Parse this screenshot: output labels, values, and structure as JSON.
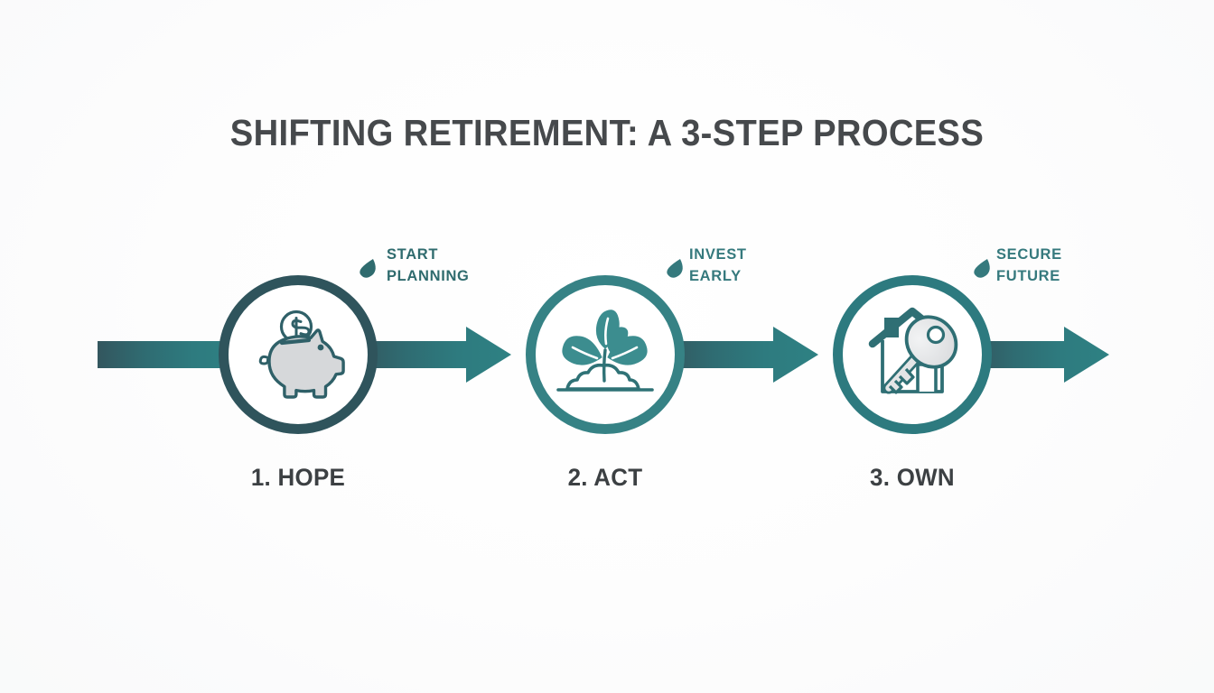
{
  "page": {
    "title": "SHIFTING RETIREMENT: A 3-STEP PROCESS",
    "background_color": "#fbfbfc"
  },
  "theme": {
    "dark_teal": "#2f545c",
    "mid_teal": "#327e82",
    "teal": "#2e8183",
    "light_teal": "#3a8c8e",
    "caption_gray": "#3c4043",
    "title_gray": "#46494c",
    "icon_gray": "#d6d8da",
    "circle_fill": "#ffffff"
  },
  "flow": {
    "steps": [
      {
        "index": "1",
        "caption": "1. HOPE",
        "tag": "START\nPLANNING",
        "tag_color": "#2f6b6e",
        "ring_color": "#2f545c",
        "icon": "piggy-bank-icon",
        "arrow_color": "#33565e"
      },
      {
        "index": "2",
        "caption": "2. ACT",
        "tag": "INVEST\nEARLY",
        "tag_color": "#35797d",
        "ring_color": "#368285",
        "icon": "seedling-icon",
        "arrow_color": "#2e7b7f"
      },
      {
        "index": "3",
        "caption": "3. OWN",
        "tag": "SECURE\nFUTURE",
        "tag_color": "#35797d",
        "ring_color": "#2d7a7f",
        "icon": "house-key-icon",
        "arrow_color": "#2e8183"
      }
    ],
    "tag_marker": "teardrop-icon",
    "arrow_direction": "left-to-right",
    "coin_symbol": "$"
  }
}
